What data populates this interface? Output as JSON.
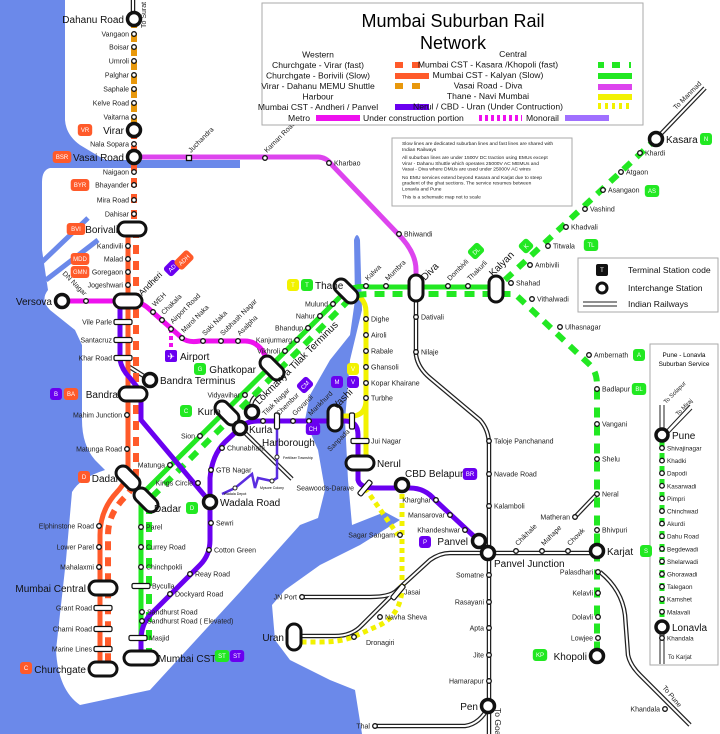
{
  "colors": {
    "water": "#6b89ea",
    "western": "#ff5a2a",
    "shuttle": "#e8980c",
    "harbour": "#6a00f0",
    "central": "#22e822",
    "vasai_diva": "#dd44ee",
    "thane_navi": "#f2f200",
    "metro": "#ee11ee",
    "monorail": "#a070ff"
  },
  "legend": {
    "title_line1": "Mumbai Suburban Rail",
    "title_line2": "Network",
    "western_header": "Western",
    "western": [
      "Churchgate - Virar (fast)",
      "Churchgate - Borivili (Slow)",
      "Virar - Dahanu MEMU Shuttle"
    ],
    "harbour_header": "Harbour",
    "harbour": [
      "Mumbai CST - Andheri / Panvel"
    ],
    "central_header": "Central",
    "central": [
      "Mumbai CST - Kasara /Khopoli (fast)",
      "Mumbai CST - Kalyan (Slow)",
      "Vasai Road - Diva",
      "Thane - Navi Mumbai",
      "Nerul / CBD  - Uran (Under Contruction)"
    ],
    "metro": "Metro",
    "under_construction": "Under construction portion",
    "monorail": "Monorail"
  },
  "notes": [
    "Slow lines are dedicated suburban lines and fast lines are shared with",
    "Indian Railways",
    " All suburban lines are under 1500V DC traction using EMUs except",
    "Virar - Dahanu Shuttle which operates 25000V AC MEMUs and",
    "Vasai - Diva where DMUs are used under 25000V AC  wires",
    "No EMU services extend beyond Kasara and Karjat due to steep",
    "gradient  of the ghat sections. The service resumes between",
    " Lonavla and Pune",
    "This is a schematic map not to scale"
  ],
  "key": {
    "terminal_sample": "T",
    "terminal": "Terminal Station code",
    "interchange": "Interchange Station",
    "railways": "Indian Railways"
  },
  "pune_box": {
    "title_line1": "Pune - Lonavla",
    "title_line2": "Suburban Service",
    "to_solapur": "To Solapur",
    "to_miraj": "To Miraj",
    "to_karjat": "To Karjat"
  },
  "directions": {
    "to_surat": "To Surat",
    "to_manmad": "To Manmad",
    "to_goa": "To Goa",
    "to_pune": "To Pune"
  },
  "extra_labels": {
    "kurla_harbour_line2": "Harborough",
    "airport": "Airport",
    "airport_icon": "airplane-icon",
    "monorail_stops": [
      "Fertiliser Township",
      "Mysore Colony",
      "Wadala Depot"
    ]
  },
  "stations": {
    "western": [
      "Dahanu Road",
      "Vangaon",
      "Boisar",
      "Umroli",
      "Palghar",
      "Saphale",
      "Kelve Road",
      "Vaitarna",
      "Virar",
      "Nala Sopara",
      "Vasai Road",
      "Naigaon",
      "Bhayander",
      "Mira Road",
      "Dahisar",
      "Borivali",
      "Kandivili",
      "Malad",
      "Goregaon",
      "Jogeshwari",
      "Andheri",
      "Vile Parle",
      "Santacruz",
      "Khar Road",
      "Bandra",
      "Mahim Junction",
      "Matunga Road",
      "Dadar",
      "Elphinstone Road",
      "Lower Parel",
      "Mahalaxmi",
      "Mumbai Central",
      "Grant Road",
      "Charni Road",
      "Marine Lines",
      "Churchgate"
    ],
    "central": [
      "Mumbai CST",
      "Masjid",
      "Sandhurst Road",
      "Byculla",
      "Chinchpokli",
      "Currey Road",
      "Parel",
      "Dadar",
      "Matunga",
      "Sion",
      "Kurla",
      "Vidyavihar",
      "Ghatkopar",
      "Vikhroli",
      "Kanjurmarg",
      "Bhandup",
      "Nahur",
      "Mulund",
      "Thane",
      "Kalwa",
      "Mumbra",
      "Diva",
      "Dombivli",
      "Thakurli",
      "Kalyan",
      "Shahad",
      "Ambivili",
      "Titwala",
      "Khadvali",
      "Vashind",
      "Asangaon",
      "Atgaon",
      "Khardi",
      "Kasara",
      "Vithalwadi",
      "Ulhasnagar",
      "Ambernath",
      "Badlapur",
      "Vangani",
      "Shelu",
      "Neral",
      "Bhivpuri",
      "Karjat",
      "Palasdhari",
      "Kelavli",
      "Dolavli",
      "Lowjee",
      "Khopoli",
      "Matheran"
    ],
    "harbour": [
      "Kings Circle",
      "Wadala Road",
      "Sewri",
      "Cotton Green",
      "Reay Road",
      "Dockyard Road",
      "Sandhurst Road ( Elevated)",
      "GTB Nagar",
      "Chunabhatti",
      "Kurla",
      "Tilak Nagar",
      "Chembur",
      "Govandi",
      "Mankhurd",
      "Vashi",
      "Sanpada",
      "Jui Nagar",
      "Nerul",
      "Seawoods-Darave",
      "CBD Belapur",
      "Kharghar",
      "Mansarovar",
      "Khandeshwar",
      "Panvel"
    ],
    "thane_navi": [
      "Dighe",
      "Airoli",
      "Rabale",
      "Ghansoli",
      "Kopar Khairane",
      "Turbhe"
    ],
    "metro": [
      "Versova",
      "DN Nagar",
      "WEH",
      "Chakala",
      "Airport Road",
      "Marol Naka",
      "Saki Naka",
      "Subhash Nagar",
      "Asalpha"
    ],
    "vasai_diva": [
      "Juchandra",
      "Kaman Road",
      "Kharbao",
      "Bhiwandi"
    ],
    "railways": [
      "Dativali",
      "Nilaje",
      "Taloje Panchanand",
      "Navade Road",
      "Kalamboli",
      "Panvel Junction",
      "Somatne",
      "Rasayani",
      "Apta",
      "Jite",
      "Hamarapur",
      "Pen",
      "Thal",
      "Chikhale",
      "Mahape",
      "Chowk",
      "JN Port",
      "Uran",
      "Jasai",
      "Navha Sheva",
      "Dronagiri",
      "Sagar Sangam",
      "Khandala",
      "Bandra Terminus",
      "Lokmanya Tilak Terminus"
    ],
    "pune": [
      "Pune",
      "Shivajinagar",
      "Khadki",
      "Dapodi",
      "Kasarwadi",
      "Pimpri",
      "Chinchwad",
      "Akurdi",
      "Dahu Road",
      "Begdewadi",
      "Shelarwadi",
      "Ghorawadi",
      "Talegaon",
      "Kamshet",
      "Malavali",
      "Lonavla",
      "Khandala"
    ]
  },
  "codes": [
    {
      "code": "VR",
      "line": "western"
    },
    {
      "code": "BSR",
      "line": "western"
    },
    {
      "code": "BYR",
      "line": "western"
    },
    {
      "code": "BVI",
      "line": "western"
    },
    {
      "code": "MDD",
      "line": "western"
    },
    {
      "code": "GMN",
      "line": "western"
    },
    {
      "code": "AD",
      "line": "harbour"
    },
    {
      "code": "ADH",
      "line": "western"
    },
    {
      "code": "B",
      "line": "harbour"
    },
    {
      "code": "BA",
      "line": "western"
    },
    {
      "code": "D",
      "line": "western"
    },
    {
      "code": "C",
      "line": "western"
    },
    {
      "code": "T",
      "line": "thane_navi"
    },
    {
      "code": "T",
      "line": "central"
    },
    {
      "code": "G",
      "line": "central"
    },
    {
      "code": "C",
      "line": "central"
    },
    {
      "code": "CM",
      "line": "harbour"
    },
    {
      "code": "M",
      "line": "harbour"
    },
    {
      "code": "V",
      "line": "harbour"
    },
    {
      "code": "V",
      "line": "thane_navi"
    },
    {
      "code": "CH",
      "line": "harbour"
    },
    {
      "code": "BR",
      "line": "harbour"
    },
    {
      "code": "P",
      "line": "harbour"
    },
    {
      "code": "D",
      "line": "central"
    },
    {
      "code": "ST",
      "line": "central"
    },
    {
      "code": "ST",
      "line": "harbour"
    },
    {
      "code": "DL",
      "line": "central"
    },
    {
      "code": "K",
      "line": "central"
    },
    {
      "code": "N",
      "line": "central"
    },
    {
      "code": "AS",
      "line": "central"
    },
    {
      "code": "TL",
      "line": "central"
    },
    {
      "code": "A",
      "line": "central"
    },
    {
      "code": "BL",
      "line": "central"
    },
    {
      "code": "S",
      "line": "central"
    },
    {
      "code": "KP",
      "line": "central"
    }
  ]
}
